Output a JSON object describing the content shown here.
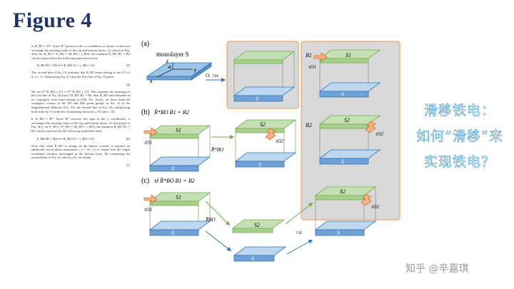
{
  "heading": "Figure 4",
  "paper_text": {
    "p1": "in R_BO = R*. Since R* preserves the z coordinates of atoms, it does not exchange the stacking order of the top and bottom layers. As shown in Fig. 4(b), for R_BO = P_BO = (R_BO | τ_BO), the equation P_BO B1 = B2 can be expressed in the following equivalent form:",
    "eq1": "R_BO B1 = B2 ⟺ R_BO S1 + τ_BO = S2",
    "eq1_num": "(3)",
    "p2": "The second line of Eq. (3) indicates that R_BO must belong to the LG of S, i.e., G. Substituting Eq. (1) into the first line of Eq. (3) gives",
    "p3": "We set O* R_BO τ_O1 = O* R_BO τ_O2. This explains the meaning of the first line of Eq. (4) that if R_BO B1 = B2, then R_BO and elements in its conjugacy class must belong to D3h. For clarity, we have listed all conjugacy classes of the D3 and D3h point groups in Sec. II of the Supplemental Material [61]. For the second line of Eq. (4), multiplying both sides by O yields the relationship between τ_O1 and τ_O2:",
    "eq4_num": "(4)",
    "p4": "b. R_BO = R*. Since R* reverses the sign of the z coordinates, it exchanges the stacking order of the top and bottom layers. As illustrated in Fig. 4(c), for P_BO = P'_BO = (R_BO | τ_BO), the equation R_BO B1 = B2 can be expressed in the following equivalent form:",
    "eq5": "P_BO B1 = B2 ⟺ R_BO S1 + τ_BO = S2",
    "eq5_num": "(6)",
    "p5": "Note that when R_BO is acting on the bilayer system, it requires an additional out-of-plane translation τ_z = (Z | 1) to ensure that the origin coordinate remains unchanged at the bottom layer. By comparing the second lines of Eq. (1) and Eq. (6), we obtain",
    "eq7_num": "(7)"
  },
  "figure": {
    "label_a": "(a)",
    "label_b": "(b)",
    "label_c": "(c)",
    "monolayer": "monolayer S",
    "axis_z": "z",
    "axis_y": "y",
    "axis_x": "x",
    "origin": "o",
    "op_a": "O, ↑τz",
    "layer_S": "S",
    "layer_S1": "S1",
    "layer_S2": "S2",
    "B1": "B1",
    "B2": "B2",
    "tau_O1": "τO1",
    "tau_O2": "τO2",
    "eq_b": "R̂*BO B1 = B2",
    "eq_c": "τ̂z R̂*BO B1 = B2",
    "op_b": "R̂*BO",
    "op_c": "R̂BO",
    "op_tz": "↑τz",
    "colors": {
      "green_top": "#a9d18e",
      "blue_bottom": "#8faadc",
      "orange_arrow": "#f4b183",
      "panel_bg": "#d9d9d9",
      "panel_border": "#f4b183"
    }
  },
  "side_text": {
    "line1": "滑移铁电：",
    "line2": "如何“滑移”来",
    "line3": "实现铁电？"
  },
  "watermark": "知乎 @辛嘉琪"
}
